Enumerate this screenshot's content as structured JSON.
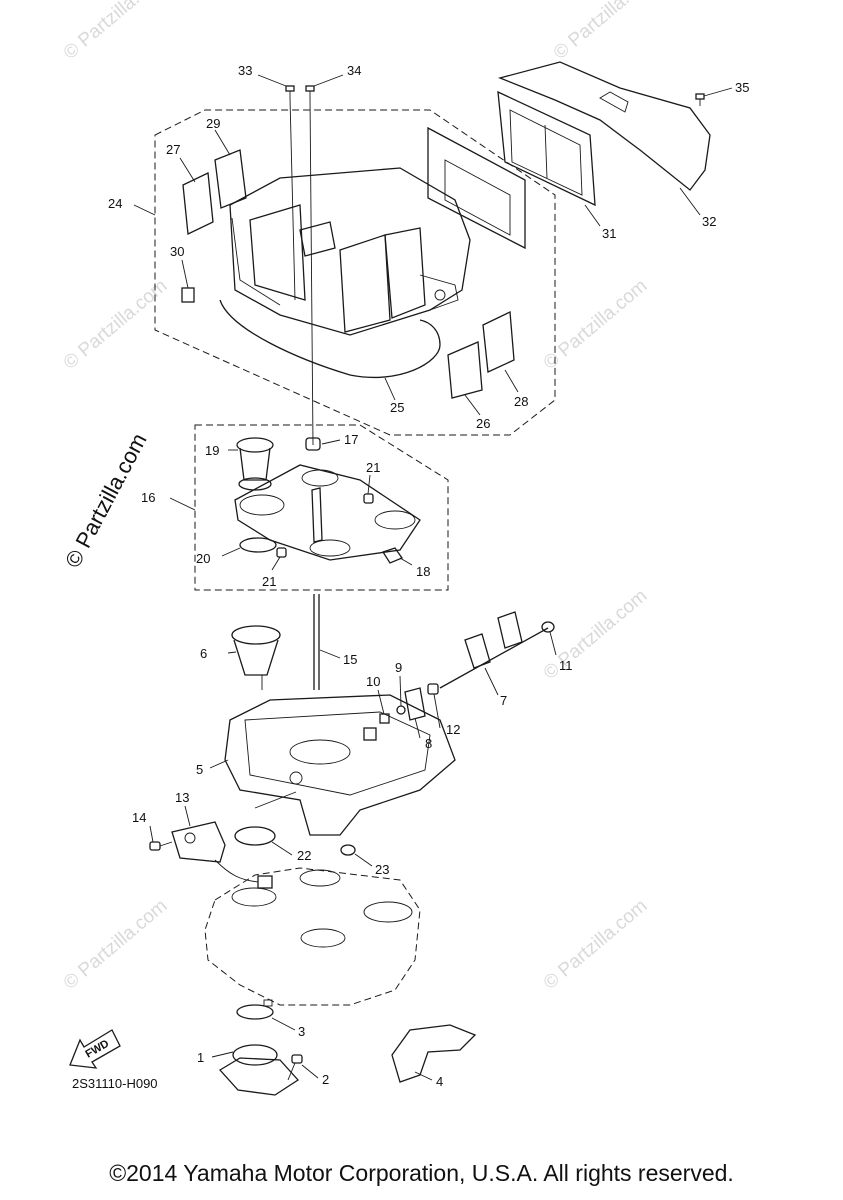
{
  "diagram": {
    "code": "2S31110-H090",
    "watermark": "© Partzilla.com",
    "faint_watermark": "© Partzilla.com",
    "fwd_label": "FWD",
    "copyright": "©2014 Yamaha Motor Corporation, U.S.A. All rights reserved.",
    "callouts": {
      "c1": "1",
      "c2": "2",
      "c3": "3",
      "c4": "4",
      "c5": "5",
      "c6": "6",
      "c7": "7",
      "c8": "8",
      "c9": "9",
      "c10": "10",
      "c11": "11",
      "c12": "12",
      "c13": "13",
      "c14": "14",
      "c15": "15",
      "c16": "16",
      "c17": "17",
      "c18": "18",
      "c19": "19",
      "c20": "20",
      "c21a": "21",
      "c21b": "21",
      "c22": "22",
      "c23": "23",
      "c24": "24",
      "c25": "25",
      "c26": "26",
      "c27": "27",
      "c28": "28",
      "c29": "29",
      "c30": "30",
      "c31": "31",
      "c32": "32",
      "c33": "33",
      "c34": "34",
      "c35": "35"
    }
  }
}
